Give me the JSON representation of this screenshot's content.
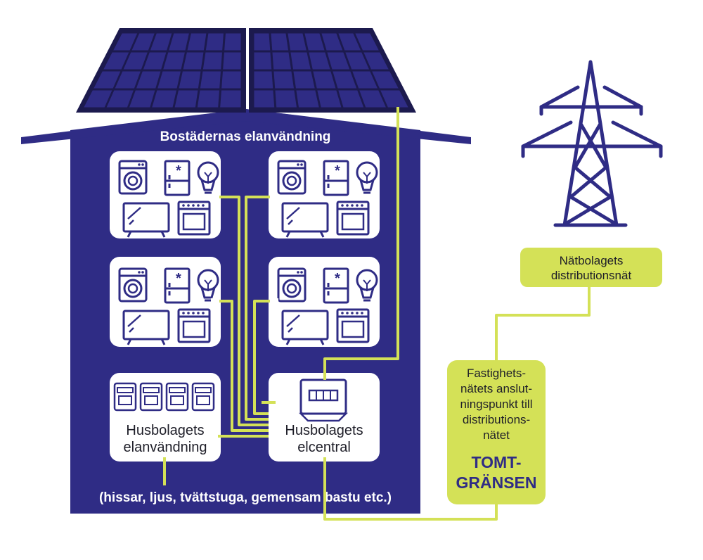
{
  "labels": {
    "residents_usage": "Bostädernas elanvändning",
    "common_area_note": "(hissar, ljus, tvättstuga, gemensam bastu etc.)",
    "association_usage": [
      "Husbolagets",
      "elanvändning"
    ],
    "central_panel": [
      "Husbolagets",
      "elcentral"
    ],
    "grid_operator": [
      "Nätbolagets",
      "distributionsnät"
    ],
    "connection_point": [
      "Fastighets-",
      "nätets anslut-",
      "ningspunkt till",
      "distributions-",
      "nätet"
    ],
    "property_boundary": [
      "TOMT-",
      "GRÄNSEN"
    ]
  },
  "apartments": [
    {
      "id": "top-left"
    },
    {
      "id": "top-right"
    },
    {
      "id": "bottom-left"
    },
    {
      "id": "bottom-right"
    }
  ],
  "meters_count": 4,
  "colors": {
    "navy": "#2f2c85",
    "dark_navy": "#1c1a4e",
    "lime": "#d4e157",
    "white": "#ffffff",
    "text_dark": "#1e1e28"
  }
}
